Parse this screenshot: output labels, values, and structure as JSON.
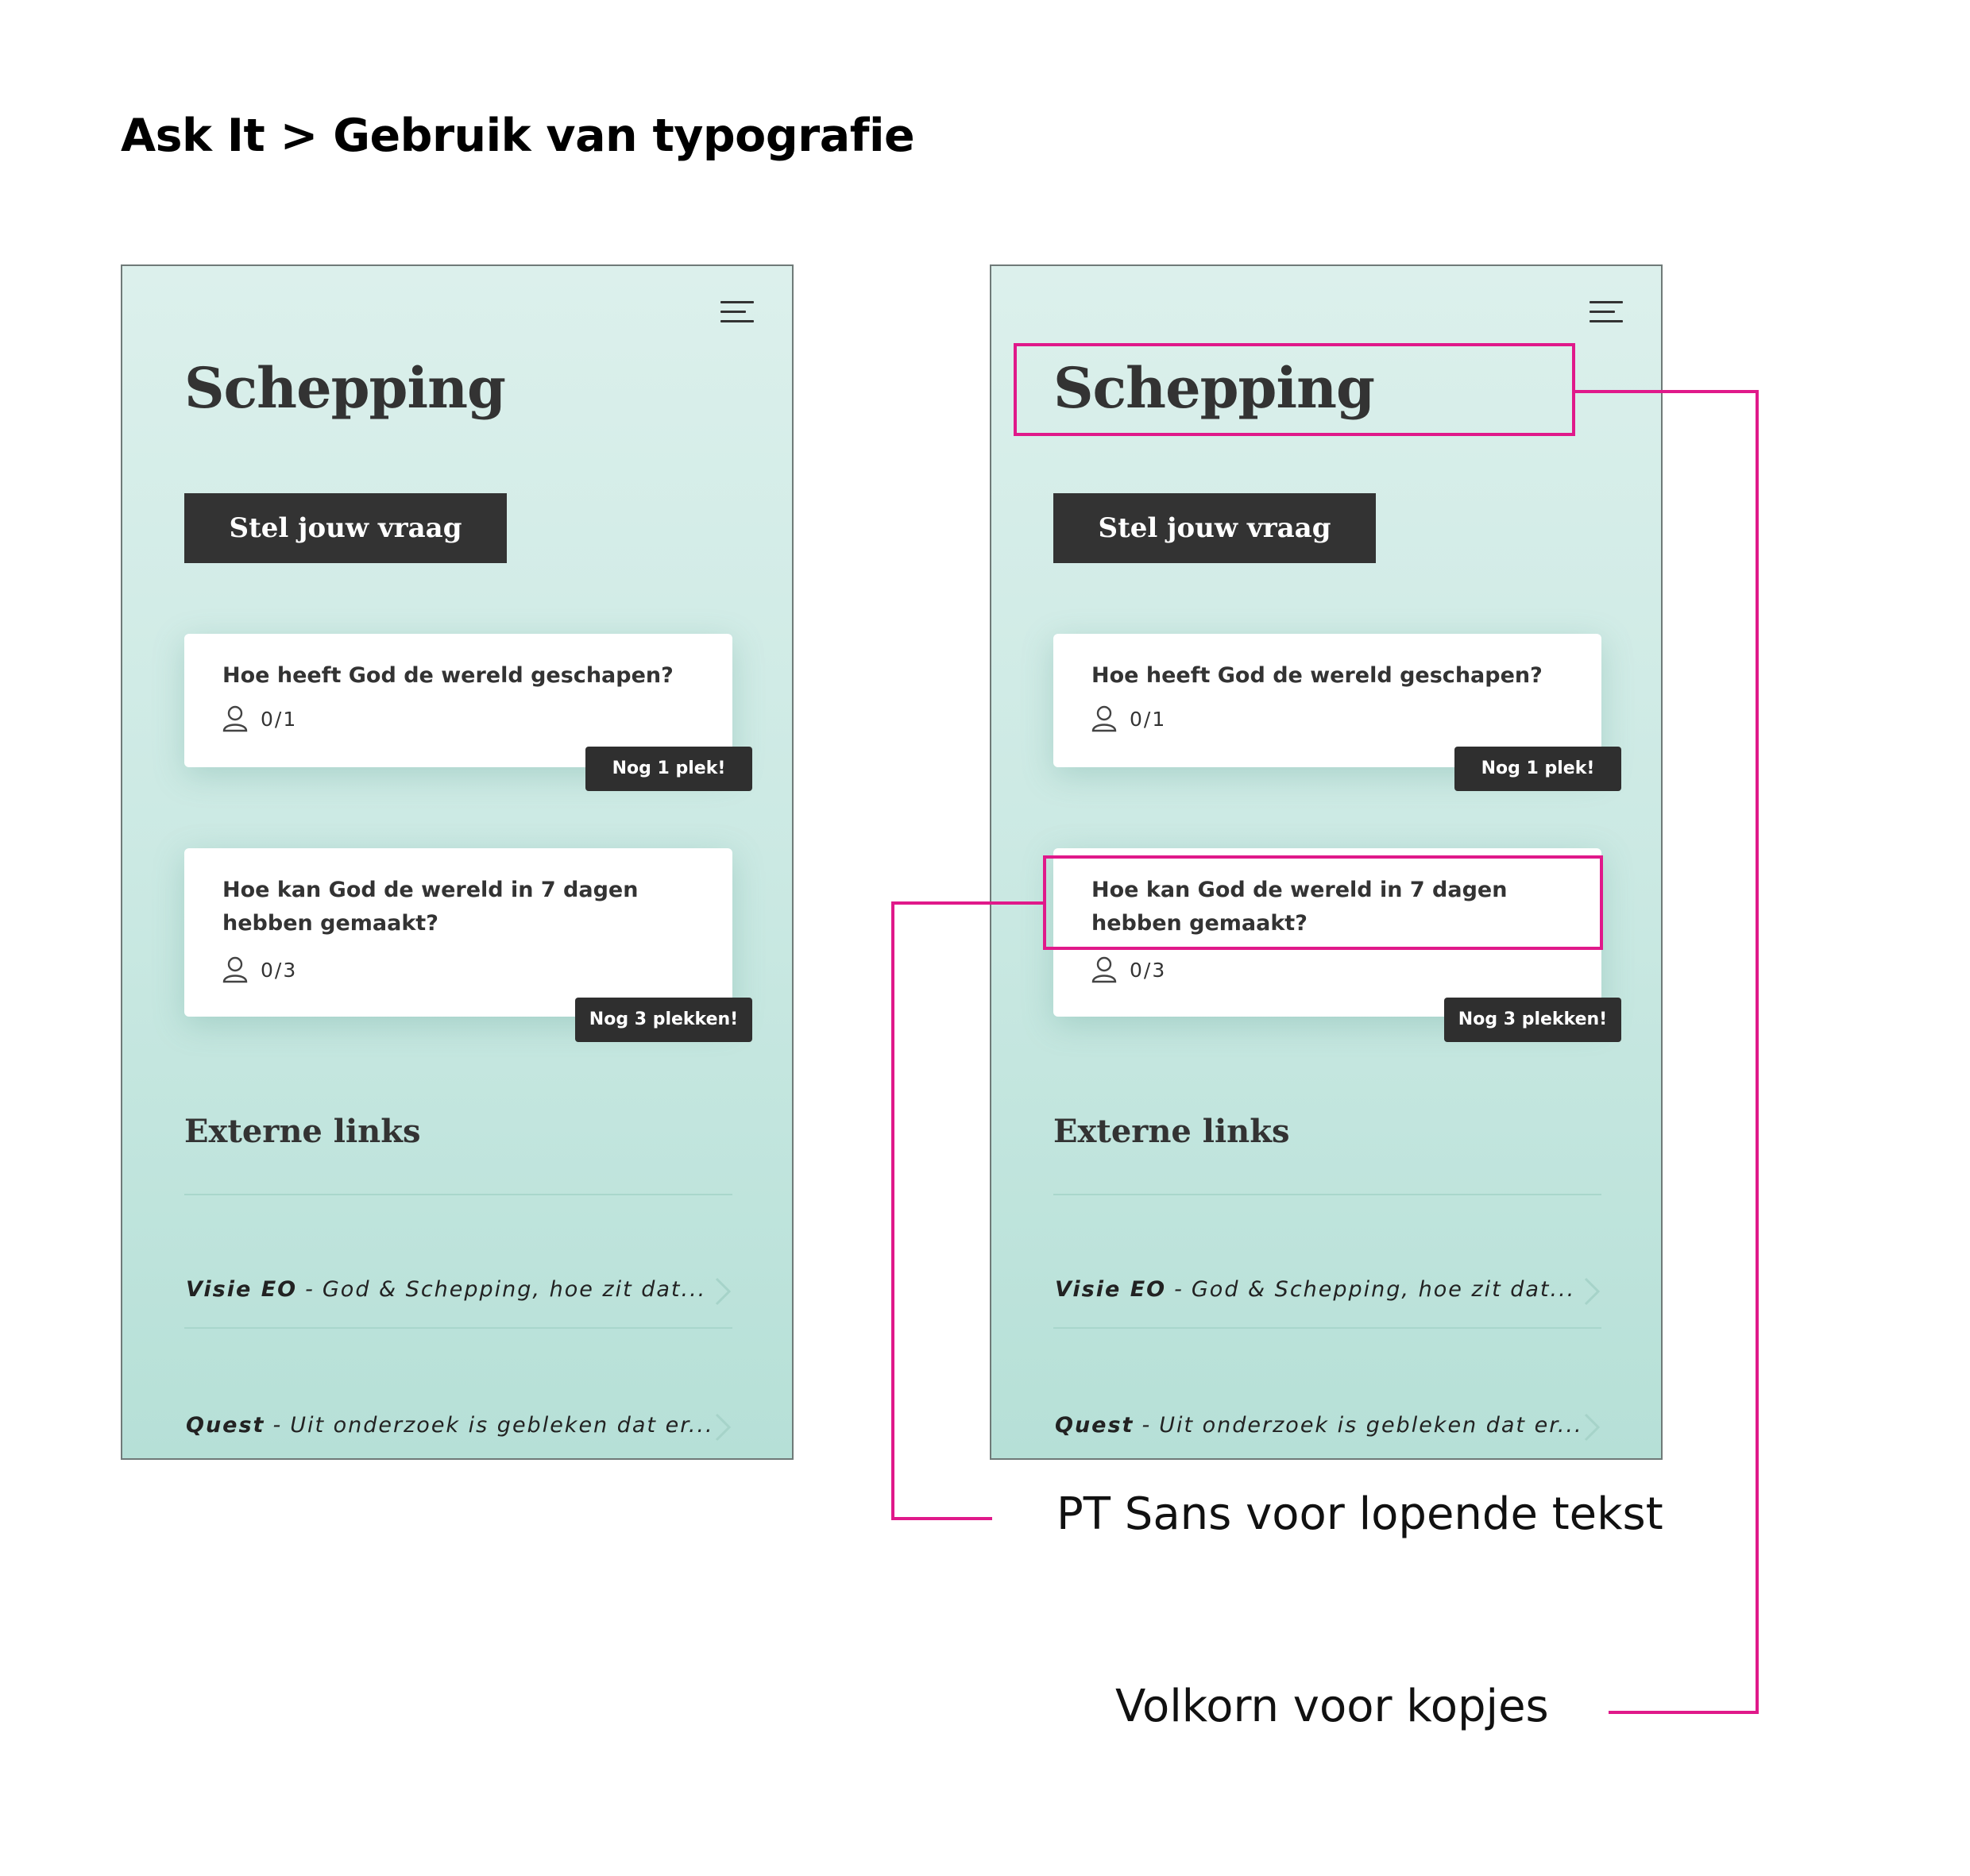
{
  "page": {
    "title": "Ask It > Gebruik van typografie"
  },
  "mockups": [
    {
      "id": "left",
      "heading": "Schepping",
      "ask_button": "Stel jouw vraag",
      "questions": [
        {
          "text": "Hoe heeft God de wereld geschapen?",
          "count": "0/1",
          "badge": "Nog 1 plek!"
        },
        {
          "text": "Hoe kan God de wereld in 7 dagen hebben gemaakt?",
          "count": "0/3",
          "badge": "Nog 3 plekken!"
        }
      ],
      "external_links_heading": "Externe links",
      "links": [
        {
          "source": "Visie EO",
          "separator": "-",
          "text": "God & Schepping, hoe zit dat..."
        },
        {
          "source": "Quest",
          "separator": "-",
          "text": "Uit onderzoek is gebleken dat er..."
        }
      ]
    },
    {
      "id": "right",
      "heading": "Schepping",
      "ask_button": "Stel jouw vraag",
      "questions": [
        {
          "text": "Hoe heeft God de wereld geschapen?",
          "count": "0/1",
          "badge": "Nog 1 plek!"
        },
        {
          "text": "Hoe kan God de wereld in 7 dagen hebben gemaakt?",
          "count": "0/3",
          "badge": "Nog 3 plekken!"
        }
      ],
      "external_links_heading": "Externe links",
      "links": [
        {
          "source": "Visie EO",
          "separator": "-",
          "text": "God & Schepping, hoe zit dat..."
        },
        {
          "source": "Quest",
          "separator": "-",
          "text": "Uit onderzoek is gebleken dat er..."
        }
      ]
    }
  ],
  "annotations": {
    "body_font": "PT Sans voor lopende tekst",
    "heading_font": "Volkorn voor kopjes",
    "color": "#e0198a"
  },
  "colors": {
    "background_top": "#dcf0ec",
    "background_bottom": "#b6e0d7",
    "dark": "#333333"
  }
}
